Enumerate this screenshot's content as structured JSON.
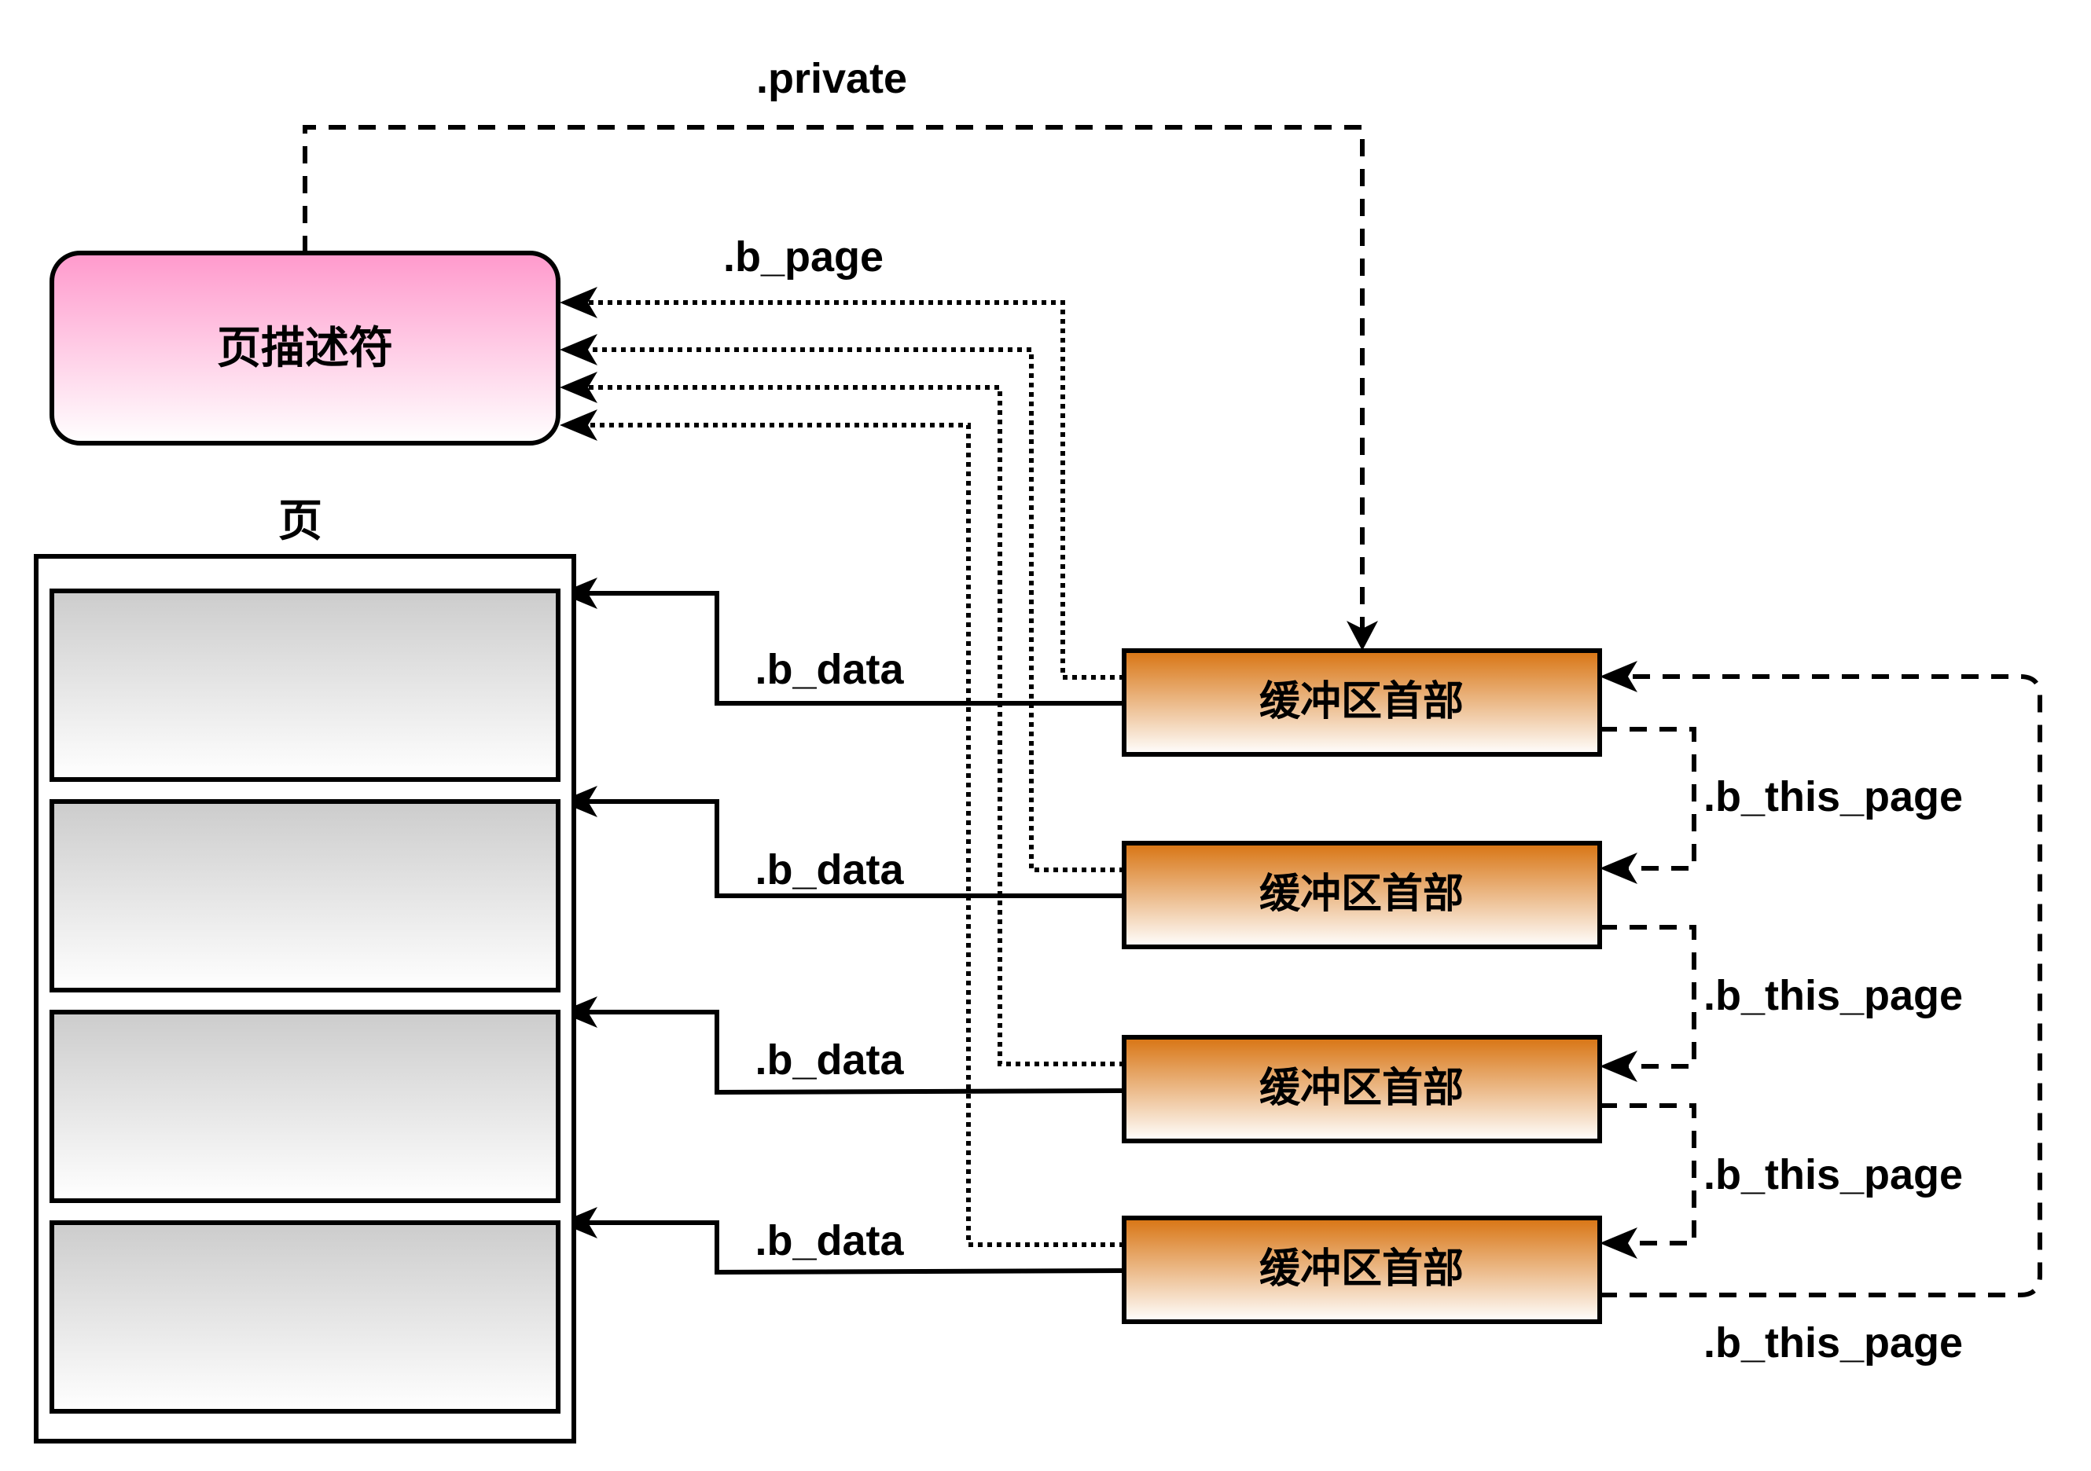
{
  "diagram": {
    "page_descriptor_label": "页描述符",
    "page_label": "页",
    "buffer_head_labels": [
      "缓冲区首部",
      "缓冲区首部",
      "缓冲区首部",
      "缓冲区首部"
    ],
    "private_label": ".private",
    "b_page_label": ".b_page",
    "b_data_labels": [
      ".b_data",
      ".b_data",
      ".b_data",
      ".b_data"
    ],
    "b_this_page_labels": [
      ".b_this_page",
      ".b_this_page",
      ".b_this_page",
      ".b_this_page"
    ]
  },
  "colors": {
    "descriptor_top": "#ff99cc",
    "descriptor_bottom": "#ffffff",
    "buffer_top": "#d87412",
    "buffer_bottom": "#ffffff",
    "page_block_top": "#cccccc",
    "page_block_bottom": "#ffffff",
    "stroke": "#000000"
  }
}
